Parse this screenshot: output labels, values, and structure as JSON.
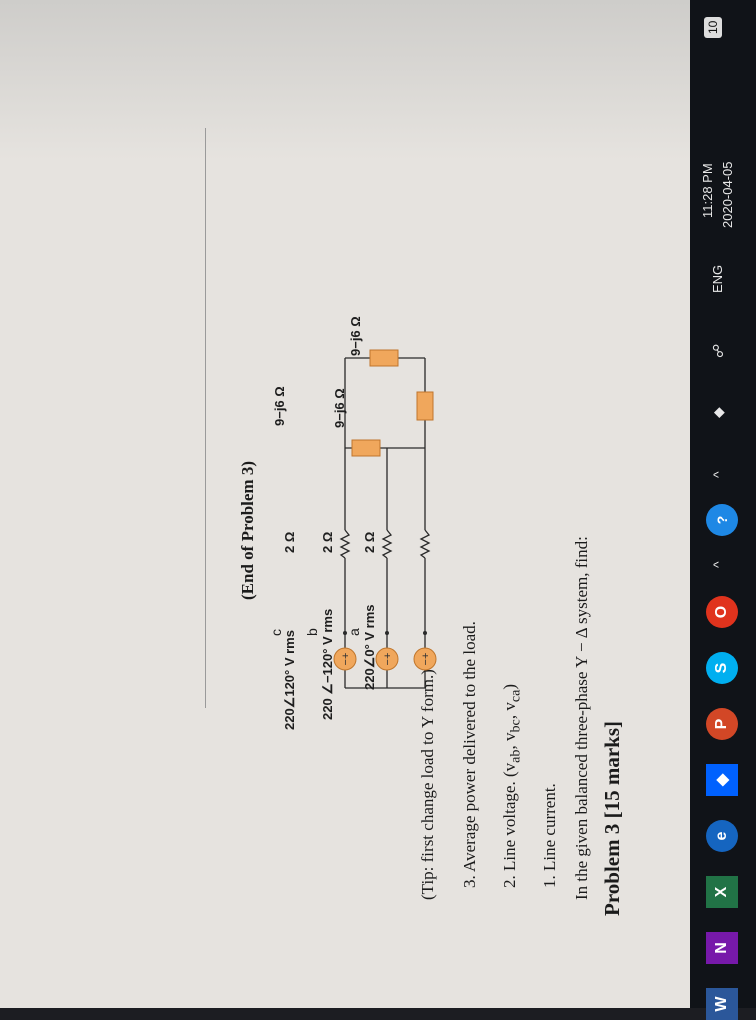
{
  "problem": {
    "title": "Problem 3 [15 marks]",
    "intro": "In the given balanced three-phase Y − Δ system, find:",
    "items": [
      "1. Line current.",
      "2. Line voltage. (v",
      "3. Average power delivered to the load."
    ],
    "item2_subs": [
      "ab",
      "bc",
      "ca"
    ],
    "tip": "(Tip: first change load to Y form.)",
    "end": "(End of Problem 3)"
  },
  "circuit": {
    "sources": [
      "220∠0° V rms",
      "220 ∠−120° V rms",
      "220∠120° V rms"
    ],
    "nodes": [
      "a",
      "b",
      "c"
    ],
    "line_resistors": [
      "2 Ω",
      "2 Ω",
      "2 Ω"
    ],
    "load_impedances": [
      "9−j6 Ω",
      "9−j6 Ω",
      "9−j6 Ω"
    ],
    "source_color": "#f0a75c",
    "load_color": "#f0a75c"
  },
  "taskbar": {
    "icons": [
      "word-icon",
      "onenote-icon",
      "excel-icon",
      "browser-icon",
      "dropbox-icon",
      "powerpoint-icon",
      "skype-icon",
      "opera-icon"
    ],
    "language": "ENG",
    "time": "11:28 PM",
    "date": "2020-04-05",
    "notification_count": "10"
  }
}
